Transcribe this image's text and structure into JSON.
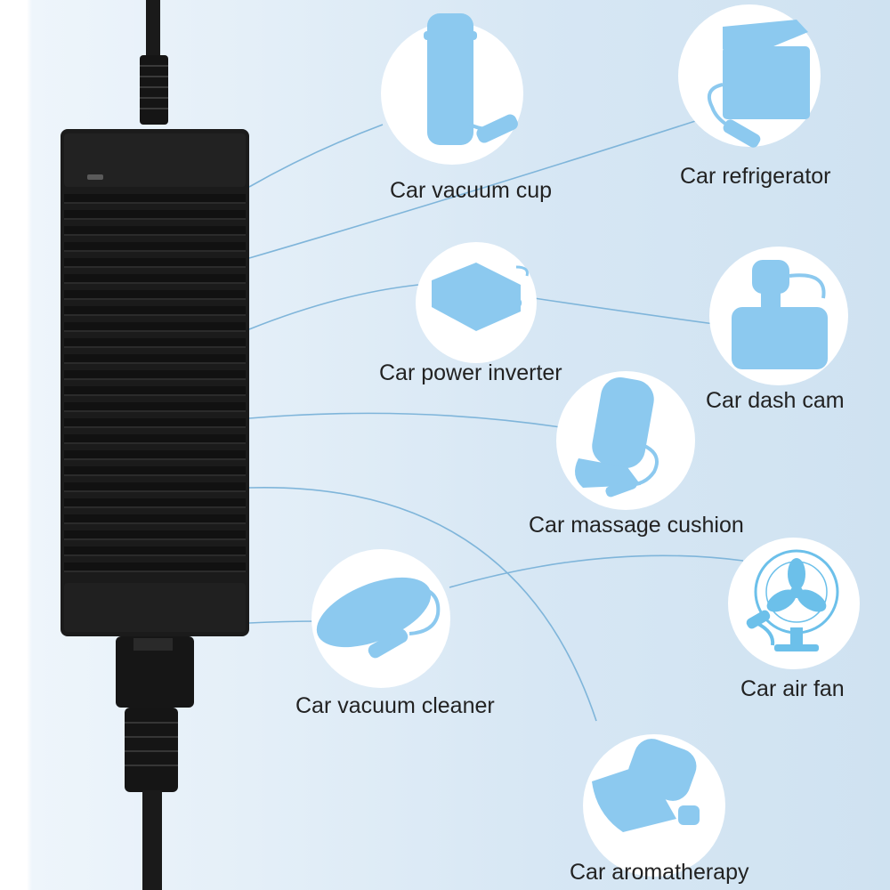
{
  "colors": {
    "background": "#d7e7f4",
    "icon_blue": "#8cc9ef",
    "line_blue": "#7fb5da",
    "adapter_body": "#1b1b1b",
    "circle": "#ffffff"
  },
  "adapter": {
    "name": "power-adapter"
  },
  "devices": [
    {
      "id": "vacuum-cup",
      "label": "Car vacuum cup",
      "icon": "vacuum-cup-icon"
    },
    {
      "id": "refrigerator",
      "label": "Car refrigerator",
      "icon": "refrigerator-icon"
    },
    {
      "id": "power-inverter",
      "label": "Car power inverter",
      "icon": "power-inverter-icon"
    },
    {
      "id": "dash-cam",
      "label": "Car dash cam",
      "icon": "dash-cam-icon"
    },
    {
      "id": "massage-cushion",
      "label": "Car massage cushion",
      "icon": "massage-cushion-icon"
    },
    {
      "id": "vacuum-cleaner",
      "label": "Car vacuum cleaner",
      "icon": "vacuum-cleaner-icon"
    },
    {
      "id": "air-fan",
      "label": "Car air fan",
      "icon": "fan-icon"
    },
    {
      "id": "aromatherapy",
      "label": "Car aromatherapy",
      "icon": "aromatherapy-icon"
    }
  ]
}
